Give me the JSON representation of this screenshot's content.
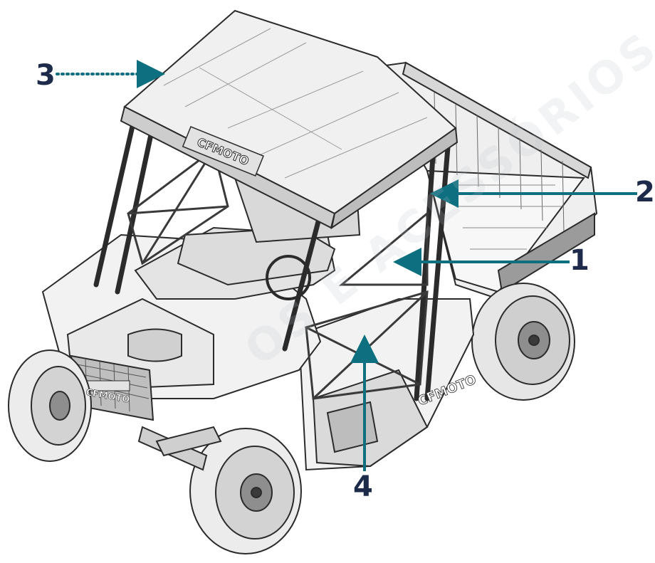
{
  "diagram": {
    "brand_roof": "CFMOTO",
    "brand_door": "CFMOTO",
    "brand_bumper": "CFMOTO",
    "watermark": "OS E ACESSÓRIOS, S",
    "callouts": [
      {
        "number": "1",
        "style": "solid"
      },
      {
        "number": "2",
        "style": "solid"
      },
      {
        "number": "3",
        "style": "dotted"
      },
      {
        "number": "4",
        "style": "solid"
      }
    ]
  },
  "colors": {
    "callout_arrow": "#0e6f80",
    "callout_number": "#1e2a4a",
    "outline": "#2b2b2b",
    "body_fill": "#f2f2f2",
    "shadow_fill": "#c9c9c9"
  }
}
